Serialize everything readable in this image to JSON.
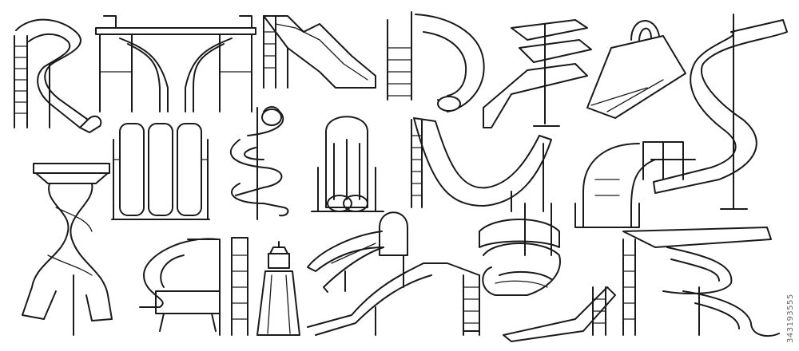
{
  "image": {
    "stock_id": "343193555"
  },
  "icons": [
    "tube-spiral-slide-with-ladder",
    "double-tube-tower-slide",
    "wave-slide-with-ladder",
    "tube-slide-with-stairs",
    "spiral-ribbon-slide-on-pole",
    "mound-slide",
    "tall-spiral-slide-on-pole",
    "triple-lane-slide",
    "spiral-tube-on-pole",
    "twin-tube-slide",
    "halfpipe-slide-with-ladder",
    "curved-slide-with-railing",
    "twisted-double-tube-tower",
    "tube-slide-with-tower-and-pool",
    "tower-straight-slide",
    "covered-entrance-slide",
    "wave-slide-with-steps",
    "spiral-twist-slide",
    "zigzag-slide-with-tower"
  ]
}
